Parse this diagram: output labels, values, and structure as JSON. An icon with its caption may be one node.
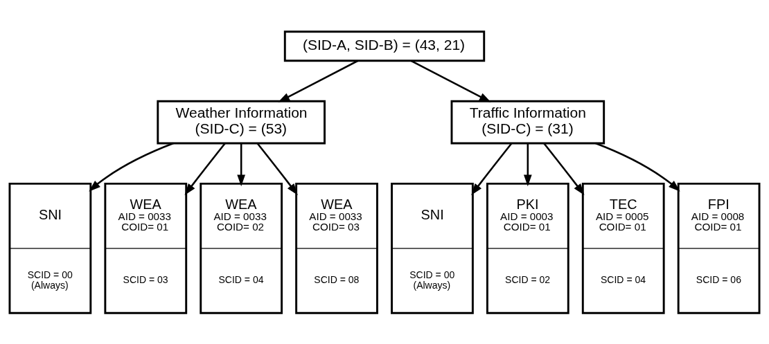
{
  "diagram": {
    "nodes": [
      {
        "text": [
          "(SID-A, SID-B) = (43, 21)"
        ]
      },
      {
        "text": [
          "Weather Information",
          "(SID-C) = (53)"
        ]
      },
      {
        "text": [
          "Traffic Information",
          "(SID-C) = (31)"
        ]
      },
      {
        "text": [
          "SNI",
          "SCID = 00 (Always)"
        ]
      },
      {
        "text": [
          "WEA",
          "AID = 0033",
          "COID= 01",
          "SCID = 03"
        ]
      },
      {
        "text": [
          "WEA",
          "AID = 0033",
          "COID= 02",
          "SCID = 04"
        ]
      },
      {
        "text": [
          "WEA",
          "AID = 0033",
          "COID= 03",
          "SCID = 08"
        ]
      },
      {
        "text": [
          "SNI",
          "SCID = 00 (Always)"
        ]
      },
      {
        "text": [
          "PKI",
          "AID = 0003",
          "COID= 01",
          "SCID = 02"
        ]
      },
      {
        "text": [
          "TEC",
          "AID = 0005",
          "COID= 01",
          "SCID = 04"
        ]
      },
      {
        "text": [
          "FPI",
          "AID = 0008",
          "COID= 01",
          "SCID = 06"
        ]
      }
    ],
    "edges": [
      {
        "from": 0,
        "to": 1,
        "arrow": "to"
      },
      {
        "from": 0,
        "to": 2,
        "arrow": "to"
      },
      {
        "from": 1,
        "to": 3,
        "arrow": "to"
      },
      {
        "from": 1,
        "to": 4,
        "arrow": "to"
      },
      {
        "from": 1,
        "to": 5,
        "arrow": "to"
      },
      {
        "from": 1,
        "to": 6,
        "arrow": "to"
      },
      {
        "from": 2,
        "to": 7,
        "arrow": "to"
      },
      {
        "from": 2,
        "to": 8,
        "arrow": "to"
      },
      {
        "from": 2,
        "to": 9,
        "arrow": "to"
      },
      {
        "from": 2,
        "to": 10,
        "arrow": "to"
      }
    ]
  }
}
